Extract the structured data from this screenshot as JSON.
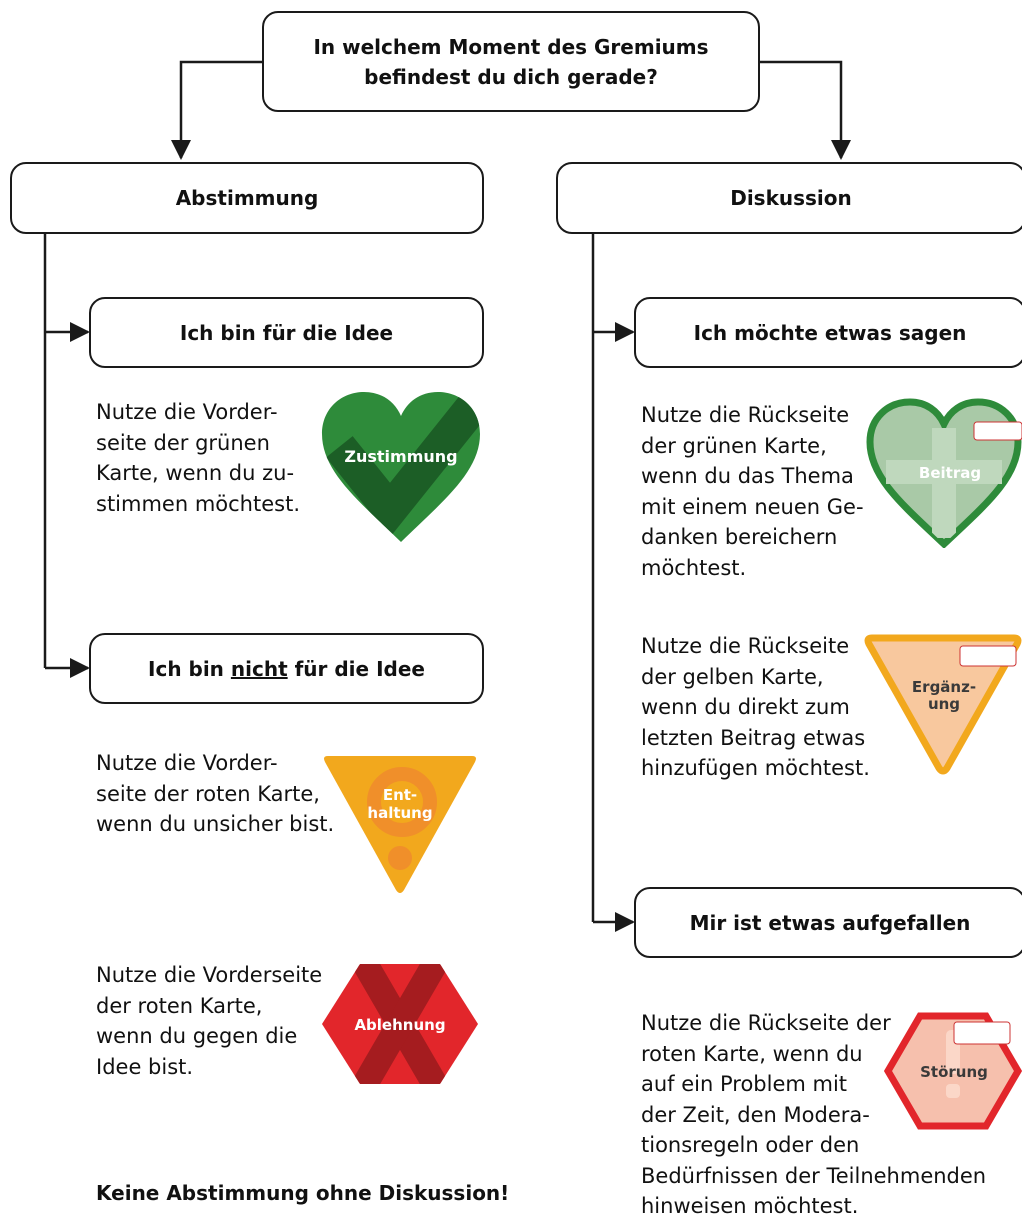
{
  "question": {
    "line1": "In welchem Moment des Gremiums",
    "line2": "befindest du dich gerade?"
  },
  "branches": {
    "left": "Abstimmung",
    "right": "Diskussion"
  },
  "left": {
    "option1": {
      "label": "Ich bin für die Idee",
      "text": [
        "Nutze die Vorder-",
        "seite der grünen",
        "Karte, wenn du zu-",
        "stimmen möchtest."
      ],
      "card_label": "Zustimmung"
    },
    "option2": {
      "label_pre": "Ich bin ",
      "label_underlined": "nicht",
      "label_post": " für die Idee",
      "text_a": [
        "Nutze die Vorder-",
        "seite der roten Karte,",
        "wenn du unsicher bist."
      ],
      "card_a_label_1": "Ent-",
      "card_a_label_2": "haltung",
      "text_b": [
        "Nutze die Vorderseite",
        "der roten Karte,",
        "wenn du gegen die",
        "Idee bist."
      ],
      "card_b_label": "Ablehnung"
    }
  },
  "right": {
    "option1": {
      "label": "Ich möchte etwas sagen",
      "text_a": [
        "Nutze die Rückseite",
        "der grünen Karte,",
        "wenn du das Thema",
        "mit einem neuen Ge-",
        "danken bereichern",
        "möchtest."
      ],
      "card_a_label": "Beitrag",
      "text_b": [
        "Nutze die Rückseite",
        "der gelben Karte,",
        "wenn du direkt zum",
        "letzten Beitrag etwas",
        "hinzufügen möchtest."
      ],
      "card_b_label_1": "Ergänz-",
      "card_b_label_2": "ung"
    },
    "option2": {
      "label": "Mir ist etwas aufgefallen",
      "text": [
        "Nutze die Rückseite der",
        "roten Karte, wenn du",
        "auf ein Problem mit",
        "der Zeit, den Modera-",
        "tionsregeln oder den",
        "Bedürfnissen der Teilnehmenden",
        "hinweisen möchtest."
      ],
      "card_label": "Störung"
    }
  },
  "footer": "Keine Abstimmung ohne Diskussion!",
  "colors": {
    "green_dark": "#2e8b3a",
    "green_light": "#a9c9a7",
    "yellow": "#f2a81d",
    "yellow_light": "#f8c89e",
    "red": "#e2262b",
    "red_light": "#f6c0ad"
  }
}
